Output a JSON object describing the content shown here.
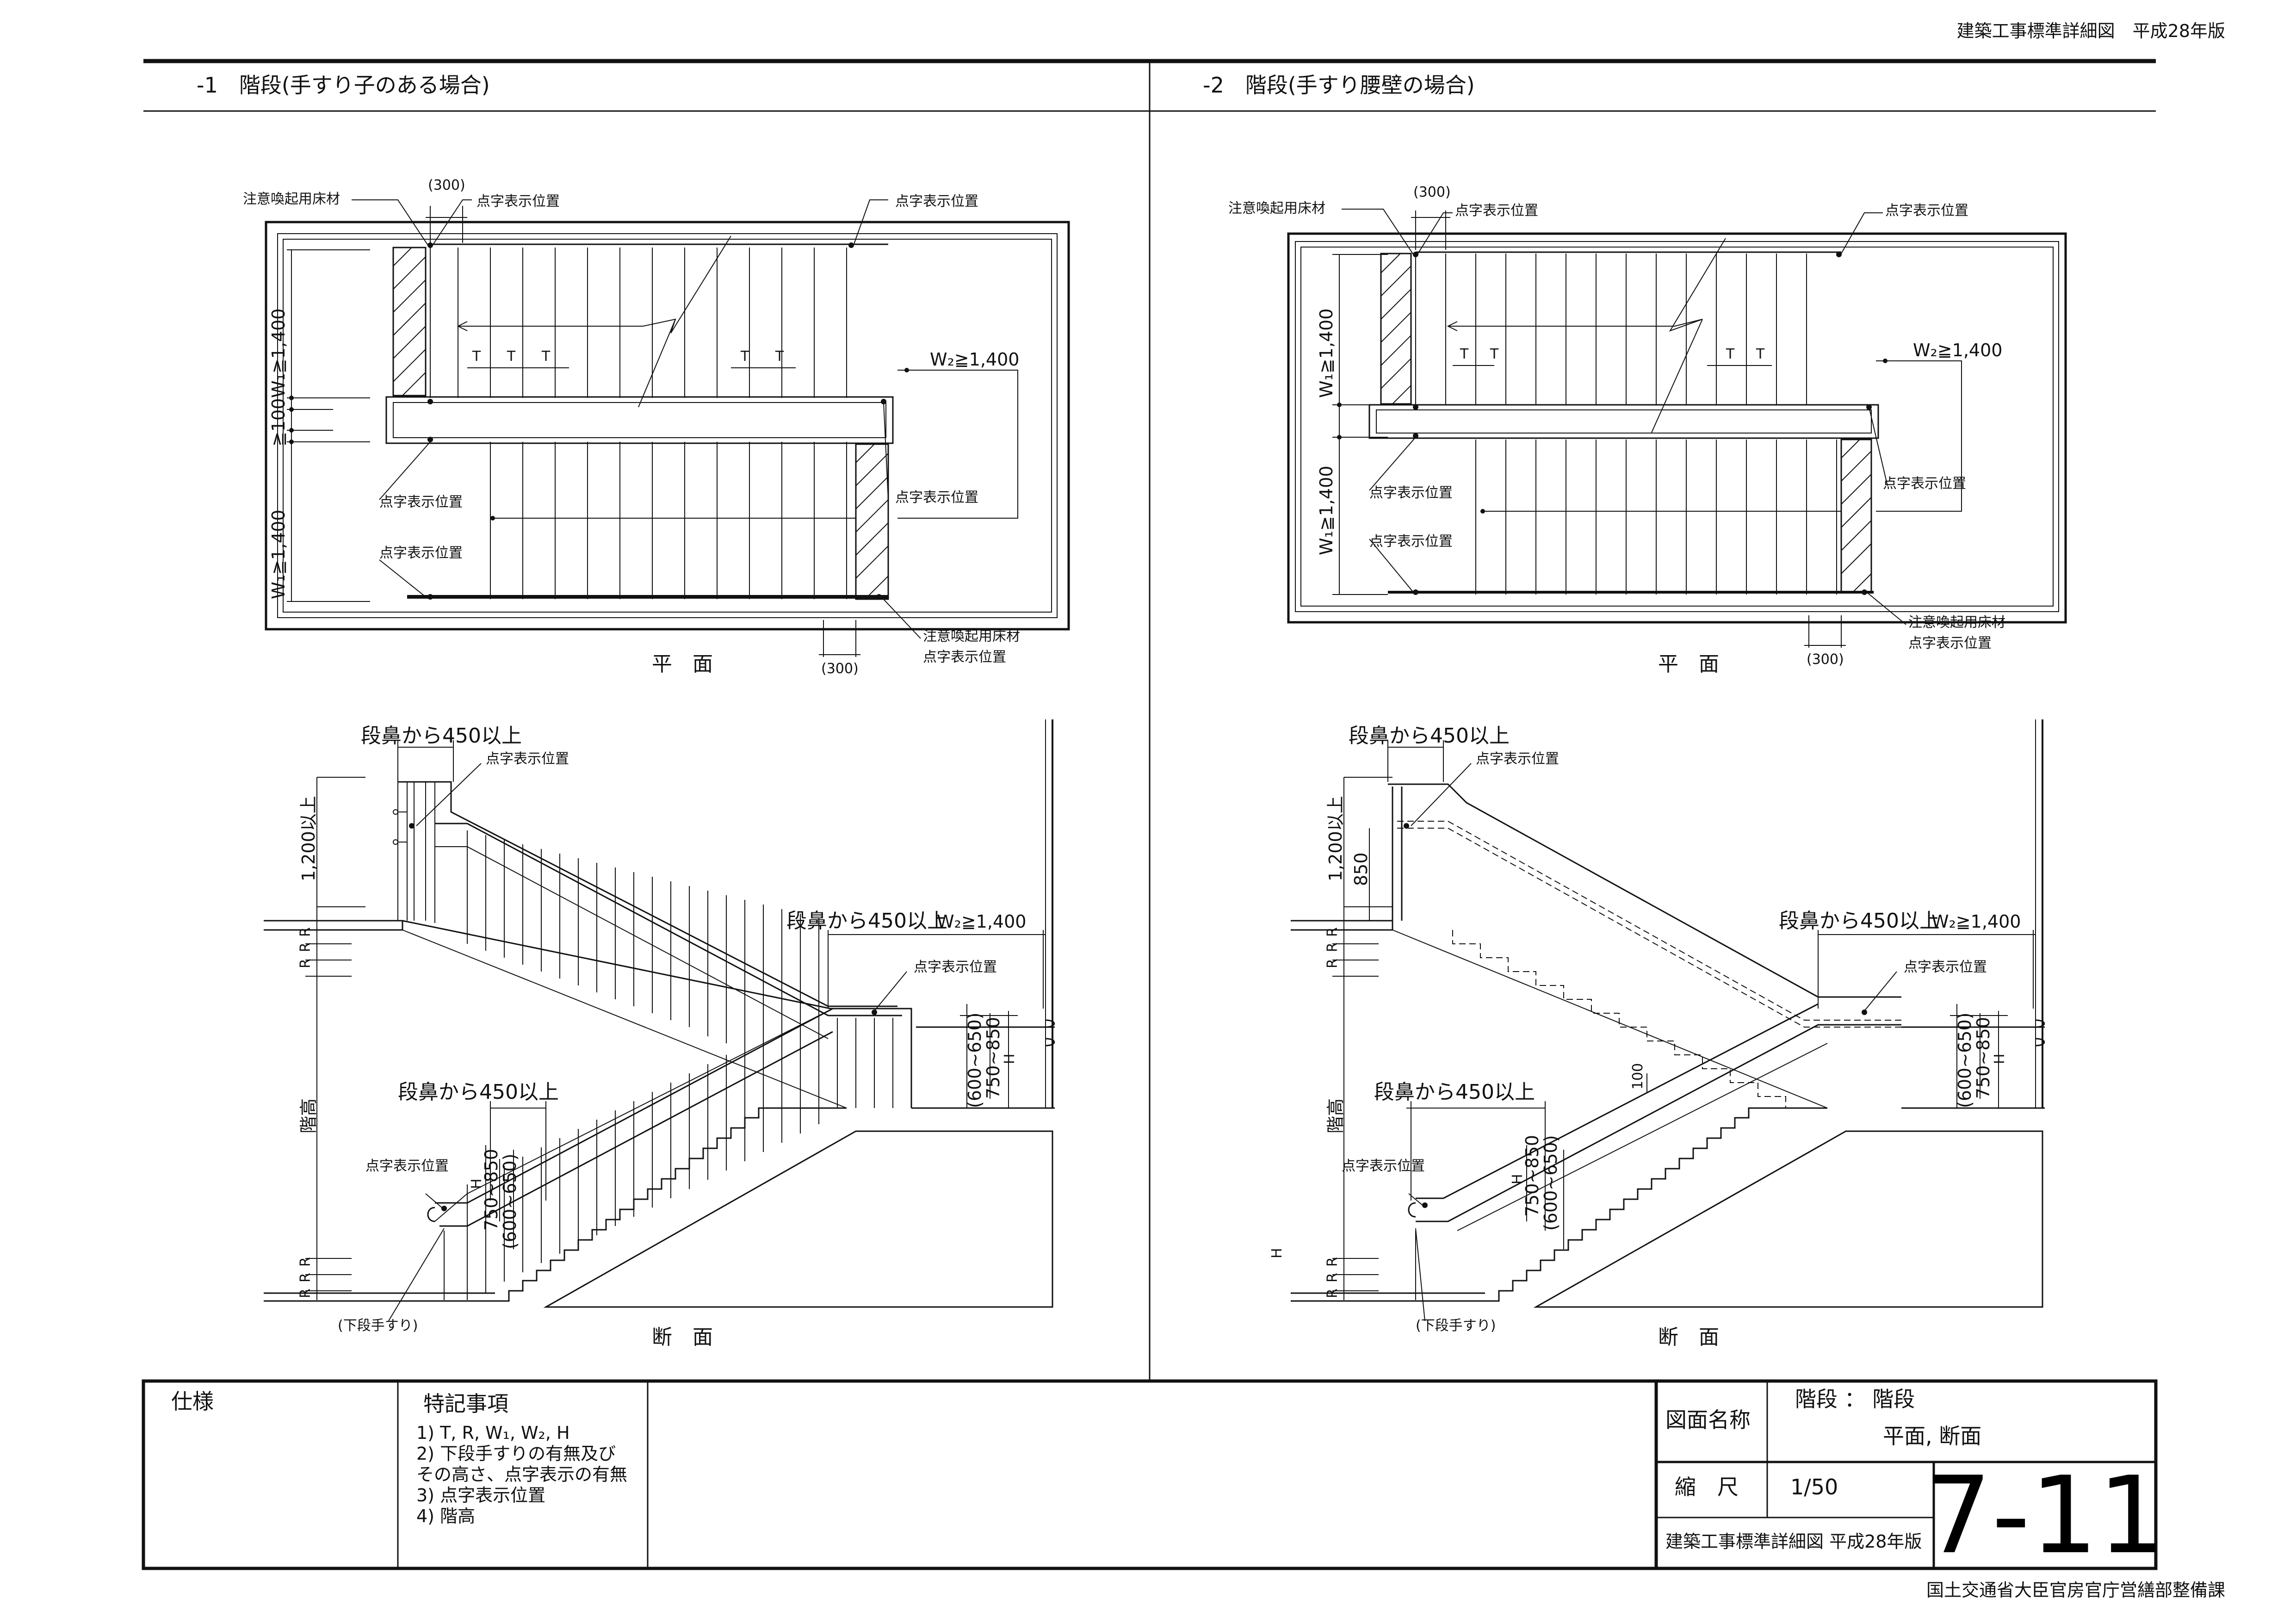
{
  "header": {
    "top_right": "建築工事標準詳細図　平成28年版"
  },
  "panels": [
    {
      "title": "-1　階段(手すり子のある場合)",
      "plan": {
        "label": "平　面",
        "notes": {
          "caution_floor_top": "注意喚起用床材",
          "braille_top": "点字表示位置",
          "braille_top_right": "点字表示位置",
          "braille_mid_left": "点字表示位置",
          "braille_mid_right": "点字表示位置",
          "braille_low_left": "点字表示位置",
          "caution_floor_bottom": "注意喚起用床材",
          "braille_bottom": "点字表示位置"
        },
        "dims": {
          "top_300": "(300)",
          "bottom_300": "(300)",
          "w1_upper": "W₁≧1,400",
          "w1_lower": "W₁≧1,400",
          "gap": "≧100",
          "w2": "W₂≧1,400",
          "tread": "T"
        }
      },
      "section": {
        "label": "断　面",
        "notes": {
          "top_offset": "段鼻から450以上",
          "top_braille": "点字表示位置",
          "landing_offset": "段鼻から450以上",
          "w2": "W₂≧1,400",
          "landing_braille": "点字表示位置",
          "lower_offset": "段鼻から450以上",
          "lower_braille": "点字表示位置",
          "lower_rail": "(下段手すり)",
          "height_1200": "1,200以上",
          "floor_height": "階高",
          "r": "R",
          "h": "H",
          "rail_750": "750~850",
          "rail_600": "(600~650)"
        }
      }
    },
    {
      "title": "-2　階段(手すり腰壁の場合)",
      "plan": {
        "label": "平　面",
        "notes": {
          "caution_floor_top": "注意喚起用床材",
          "braille_top": "点字表示位置",
          "braille_top_right": "点字表示位置",
          "braille_mid_left": "点字表示位置",
          "braille_mid_right": "点字表示位置",
          "braille_low_left": "点字表示位置",
          "caution_floor_bottom": "注意喚起用床材",
          "braille_bottom": "点字表示位置"
        },
        "dims": {
          "top_300": "(300)",
          "bottom_300": "(300)",
          "w1_upper": "W₁≧1,400",
          "w1_lower": "W₁≧1,400",
          "w2": "W₂≧1,400",
          "tread": "T"
        }
      },
      "section": {
        "label": "断　面",
        "notes": {
          "top_offset": "段鼻から450以上",
          "top_braille": "点字表示位置",
          "landing_offset": "段鼻から450以上",
          "w2": "W₂≧1,400",
          "landing_braille": "点字表示位置",
          "lower_offset": "段鼻から450以上",
          "lower_braille": "点字表示位置",
          "lower_rail": "(下段手すり)",
          "height_1200": "1,200以上",
          "height_850": "850",
          "gap_100": "100",
          "floor_height": "階高",
          "r": "R",
          "h": "H",
          "rail_750": "750~850",
          "rail_600": "(600~650)"
        }
      }
    }
  ],
  "title_block": {
    "spec_label": "仕様",
    "notes_title": "特記事項",
    "notes": [
      "1)  T, R, W₁, W₂, H",
      "2)  下段手すりの有無及び",
      "     その高さ、点字表示の有無",
      "3)  点字表示位置",
      "4)  階高"
    ],
    "drawing_name_label": "図面名称",
    "drawing_name_1": "階段 ： 階段",
    "drawing_name_2": "平面, 断面",
    "scale_label": "縮　尺",
    "scale": "1/50",
    "standard": "建築工事標準詳細図 平成28年版",
    "sheet_number": "7-11"
  },
  "footer": {
    "issuer": "国土交通省大臣官房官庁営繕部整備課"
  }
}
